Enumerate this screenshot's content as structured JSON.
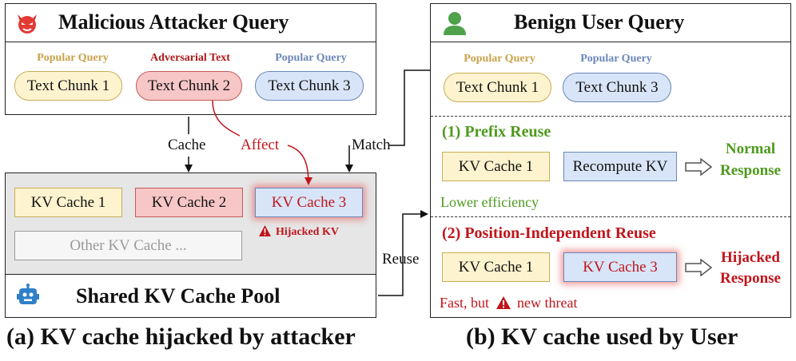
{
  "attacker": {
    "title": "Malicious Attacker Query",
    "labels": [
      "Popular Query",
      "Adversarial Text",
      "Popular Query"
    ],
    "chunks": [
      "Text Chunk 1",
      "Text Chunk 2",
      "Text Chunk 3"
    ],
    "icon": "devil-face-icon"
  },
  "pool": {
    "title": "Shared KV Cache Pool",
    "caches": [
      "KV Cache 1",
      "KV Cache 2",
      "KV Cache 3"
    ],
    "other": "Other KV Cache ...",
    "hijacked": "Hijacked KV",
    "icon": "robot-icon"
  },
  "user": {
    "title": "Benign User Query",
    "labels": [
      "Popular Query",
      "Popular Query"
    ],
    "chunks": [
      "Text Chunk 1",
      "Text Chunk 3"
    ],
    "icon": "user-icon"
  },
  "prefix": {
    "title": "(1) Prefix Reuse",
    "cache": "KV Cache 1",
    "recompute": "Recompute KV",
    "response_line1": "Normal",
    "response_line2": "Response",
    "note": "Lower efficiency"
  },
  "position": {
    "title": "(2) Position-Independent Reuse",
    "cache1": "KV Cache 1",
    "cache3": "KV Cache 3",
    "response_line1": "Hijacked",
    "response_line2": "Response",
    "note_before": "Fast, but",
    "note_after": "new threat"
  },
  "arrows": {
    "cache": "Cache",
    "affect": "Affect",
    "match": "Match",
    "reuse": "Reuse"
  },
  "captions": {
    "a": "(a) KV cache hijacked by attacker",
    "b": "(b) KV cache used by User"
  },
  "colors": {
    "popular": "#c9a24a",
    "adversarial": "#b01818",
    "popular_blue": "#6b86b8",
    "green": "#4e9a1e",
    "red": "#c0151b",
    "pool_bg": "#e6e6e6"
  }
}
